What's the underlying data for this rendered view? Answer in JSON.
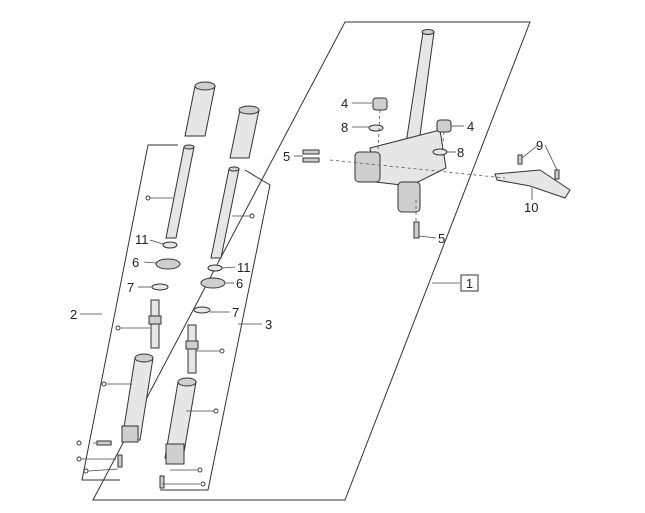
{
  "callouts": {
    "c1": "1",
    "c2": "2",
    "c3": "3",
    "c4a": "4",
    "c4b": "4",
    "c5a": "5",
    "c5b": "5",
    "c6a": "6",
    "c6b": "6",
    "c7a": "7",
    "c7b": "7",
    "c8a": "8",
    "c8b": "8",
    "c9": "9",
    "c10": "10",
    "c11a": "11",
    "c11b": "11"
  }
}
